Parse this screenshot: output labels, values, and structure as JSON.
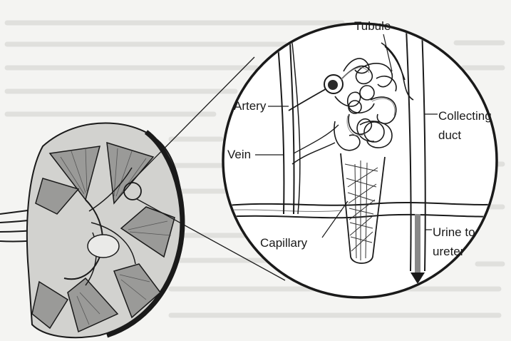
{
  "labels": {
    "tubule": "Tubule",
    "artery": "Artery",
    "collecting_duct_line1": "Collecting",
    "collecting_duct_line2": "duct",
    "vein": "Vein",
    "urine_to_ureter_line1": "Urine to",
    "urine_to_ureter_line2": "ureter",
    "capillary": "Capillary"
  },
  "colors": {
    "background": "#f4f4f2",
    "ink": "#1a1a1a",
    "circle_fill": "#ffffff",
    "kidney_shade": "#9a9a98",
    "bleed_text": "#dcdcd8"
  }
}
